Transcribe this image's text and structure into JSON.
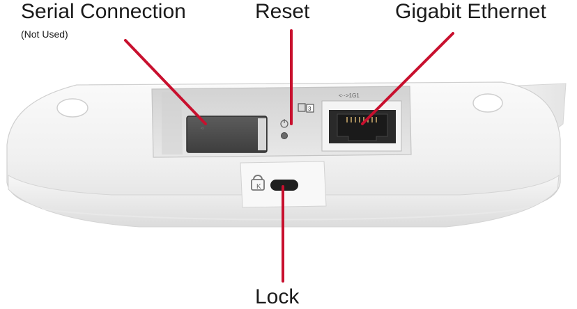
{
  "callouts": {
    "serial": {
      "label": "Serial Connection",
      "note": "(Not Used)"
    },
    "reset": {
      "label": "Reset"
    },
    "ethernet": {
      "label": "Gigabit Ethernet"
    },
    "lock": {
      "label": "Lock"
    }
  },
  "device": {
    "port_marking": "<··>1G1"
  },
  "colors": {
    "leader_line": "#c8102e",
    "device_body": "#f1f1f1",
    "port_recess": "#dadada"
  }
}
